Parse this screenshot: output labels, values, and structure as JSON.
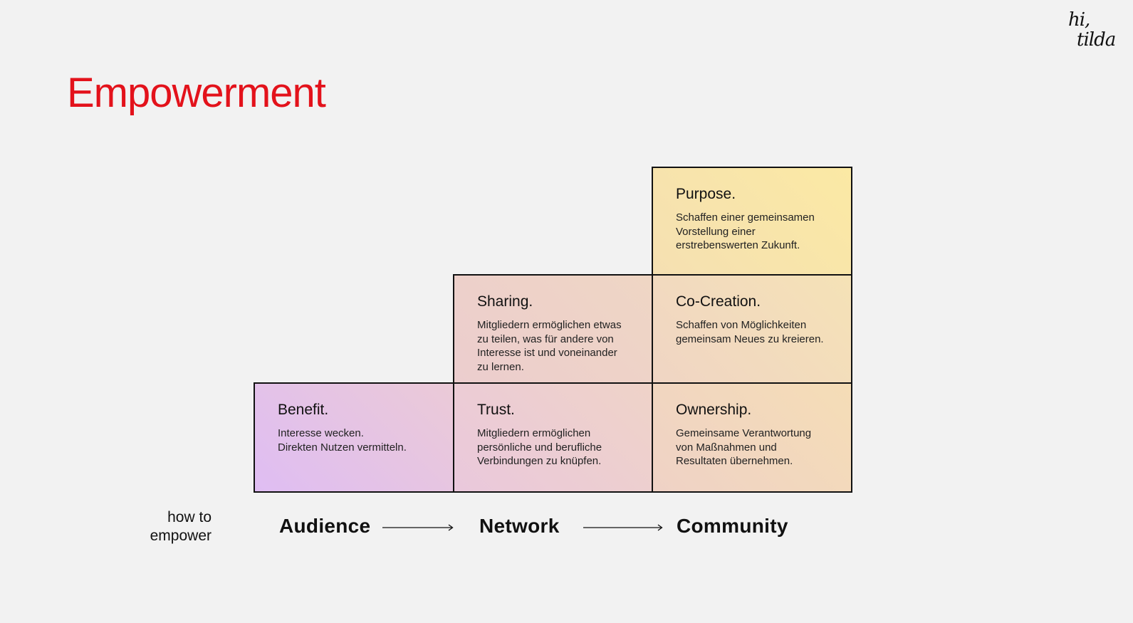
{
  "logo": {
    "line1": "hi,",
    "line2": "tilda"
  },
  "title": "Empowerment",
  "grid": {
    "purpose": {
      "heading": "Purpose.",
      "text": "Schaffen einer gemeinsamen\nVorstellung einer\nerstrebenswerten Zukunft."
    },
    "sharing": {
      "heading": "Sharing.",
      "text": "Mitgliedern ermöglichen etwas\nzu teilen, was für andere von\nInteresse ist und voneinander\nzu lernen."
    },
    "cocreation": {
      "heading": "Co-Creation.",
      "text": "Schaffen von Möglichkeiten\ngemeinsam Neues zu kreieren."
    },
    "benefit": {
      "heading": "Benefit.",
      "text": "Interesse wecken.\nDirekten Nutzen vermitteln."
    },
    "trust": {
      "heading": "Trust.",
      "text": "Mitgliedern ermöglichen\npersönliche und berufliche\nVerbindungen zu knüpfen."
    },
    "ownership": {
      "heading": "Ownership.",
      "text": "Gemeinsame Verantwortung\nvon Maßnahmen und\nResultaten übernehmen."
    }
  },
  "axis": {
    "label": "how to\nempower",
    "stages": [
      "Audience",
      "Network",
      "Community"
    ]
  },
  "colors": {
    "title": "#e3121b",
    "background": "#f2f2f2",
    "border": "#111111"
  }
}
